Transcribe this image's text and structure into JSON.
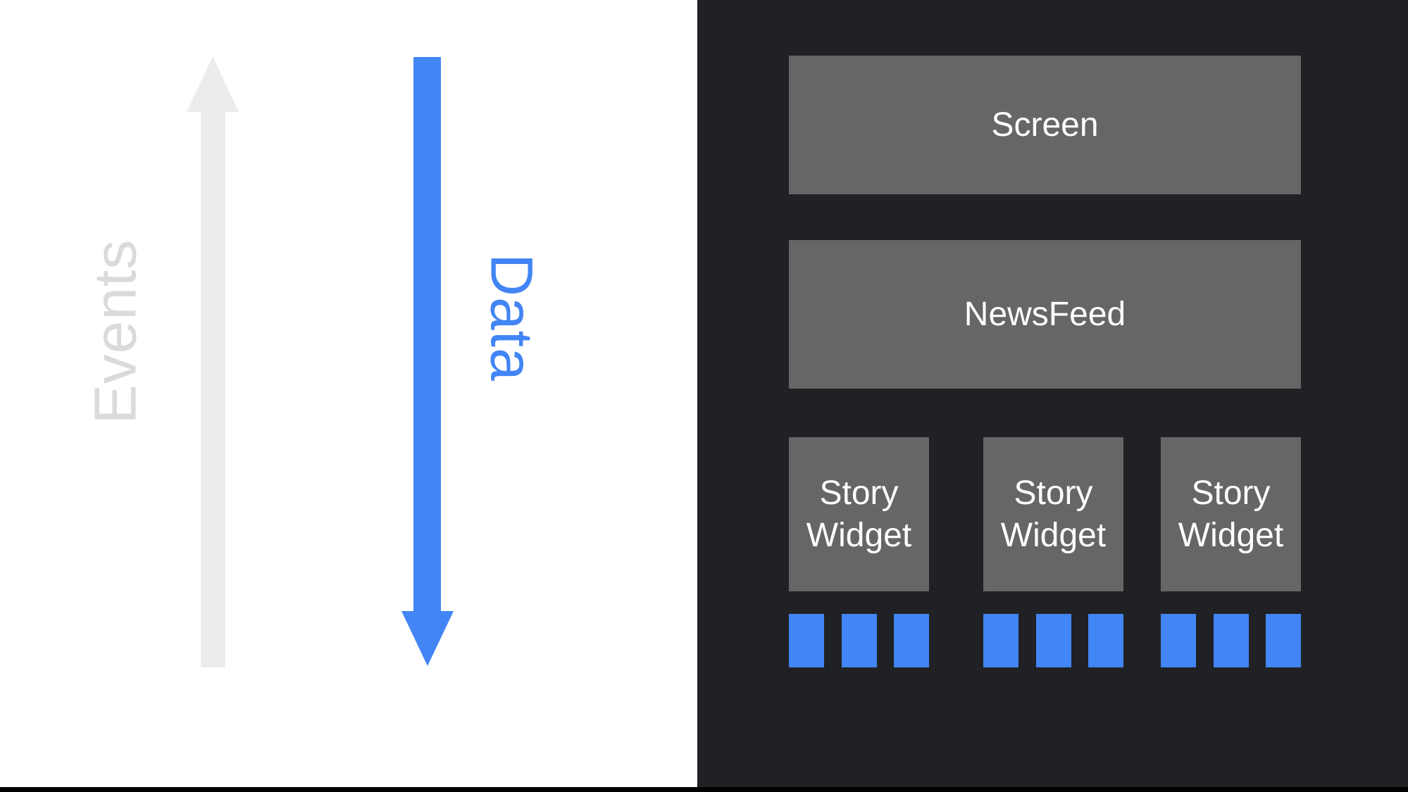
{
  "colors": {
    "accent": "#4285F4",
    "panel_bg": "#202124",
    "box_gray": "#666666",
    "label_white": "#FFFFFF",
    "events_text_gray": "#D9DADB",
    "arrow_gray": "#ECECEC",
    "bottom_bar": "#000000",
    "canvas_bg": "#FFFFFF"
  },
  "flow": {
    "events_label": "Events",
    "data_label": "Data",
    "events_direction": "up",
    "data_direction": "down"
  },
  "widget_tree": {
    "screen_label": "Screen",
    "newsfeed_label": "NewsFeed",
    "story_widgets": [
      {
        "label": "Story Widget",
        "data_squares": 3
      },
      {
        "label": "Story Widget",
        "data_squares": 3
      },
      {
        "label": "Story Widget",
        "data_squares": 3
      }
    ]
  }
}
